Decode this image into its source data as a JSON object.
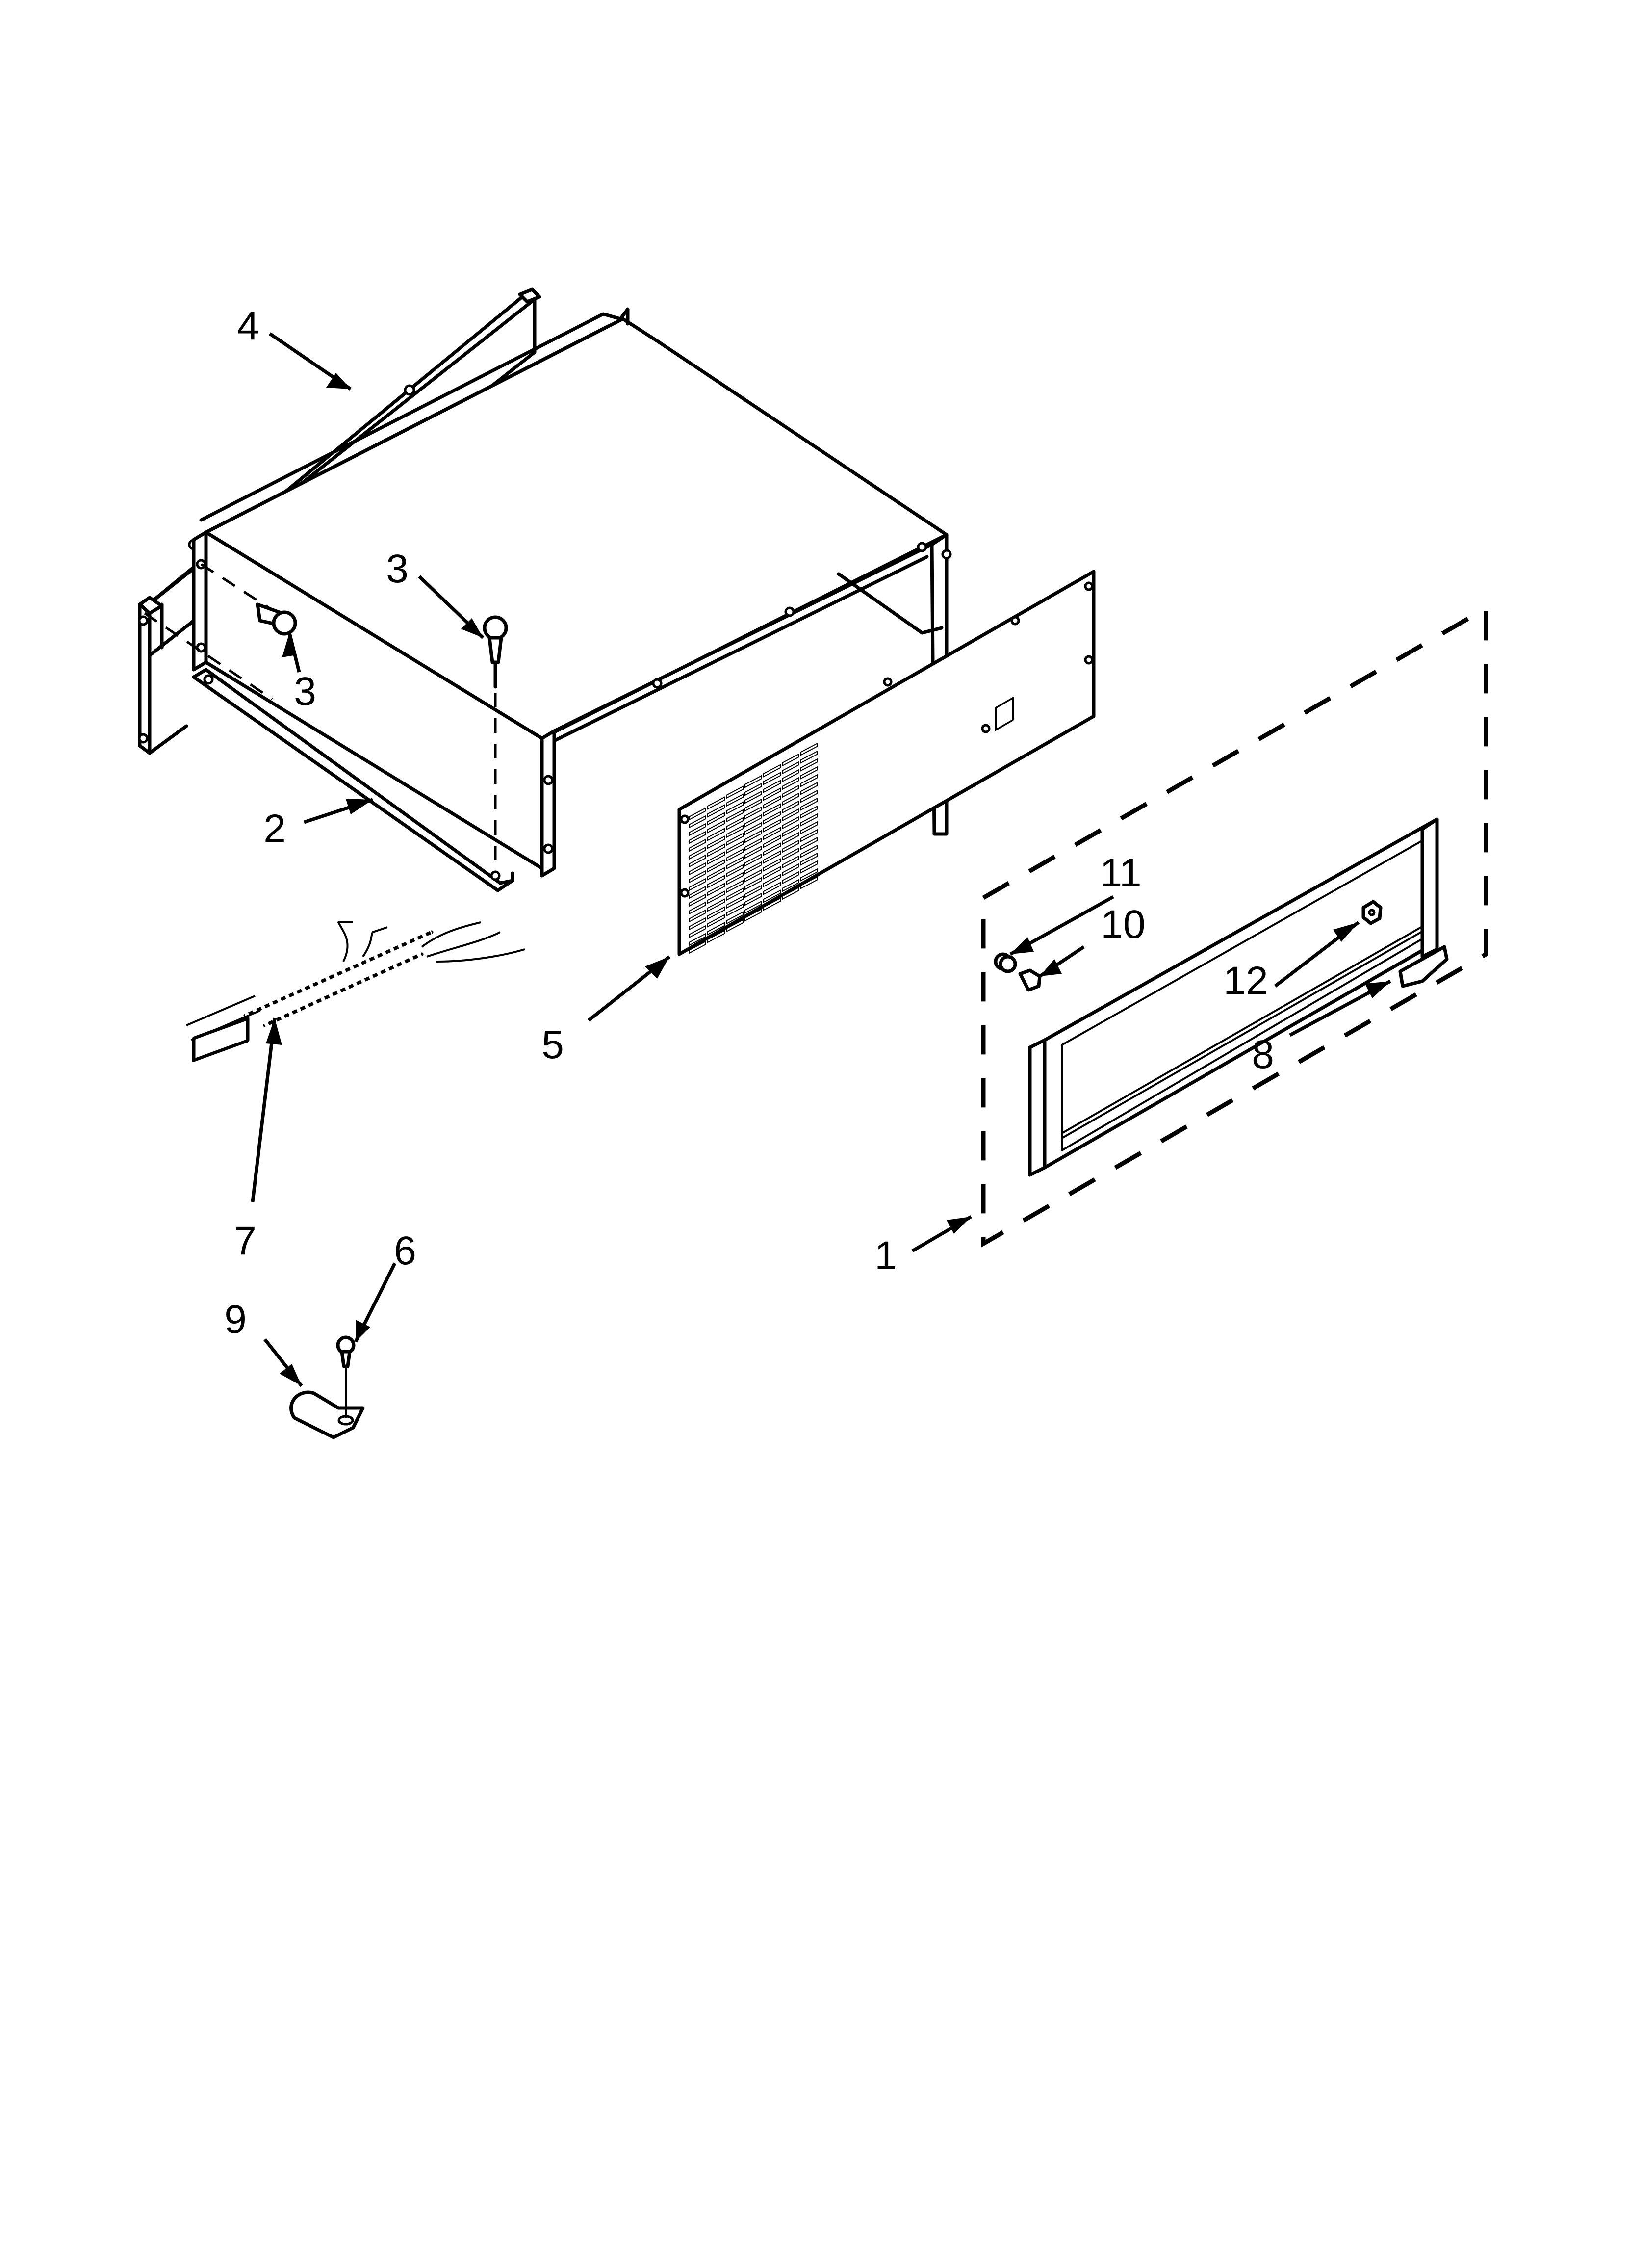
{
  "diagram": {
    "type": "exploded-parts-diagram",
    "background": "#ffffff",
    "line_color": "#000000",
    "callouts": [
      {
        "id": "c4",
        "label": "4",
        "part": "rear-bracket"
      },
      {
        "id": "c3a",
        "label": "3",
        "part": "screw-top"
      },
      {
        "id": "c3b",
        "label": "3",
        "part": "screw-side"
      },
      {
        "id": "c2",
        "label": "2",
        "part": "cabinet-housing"
      },
      {
        "id": "c5",
        "label": "5",
        "part": "grille-panel"
      },
      {
        "id": "c7",
        "label": "7",
        "part": "wire-harness"
      },
      {
        "id": "c6",
        "label": "6",
        "part": "clamp-screw"
      },
      {
        "id": "c9",
        "label": "9",
        "part": "wire-clamp"
      },
      {
        "id": "c11",
        "label": "11",
        "part": "washer"
      },
      {
        "id": "c10",
        "label": "10",
        "part": "knob-pin"
      },
      {
        "id": "c12",
        "label": "12",
        "part": "nut"
      },
      {
        "id": "c8",
        "label": "8",
        "part": "handle-insert"
      },
      {
        "id": "c1",
        "label": "1",
        "part": "drawer-front-assembly"
      }
    ]
  }
}
